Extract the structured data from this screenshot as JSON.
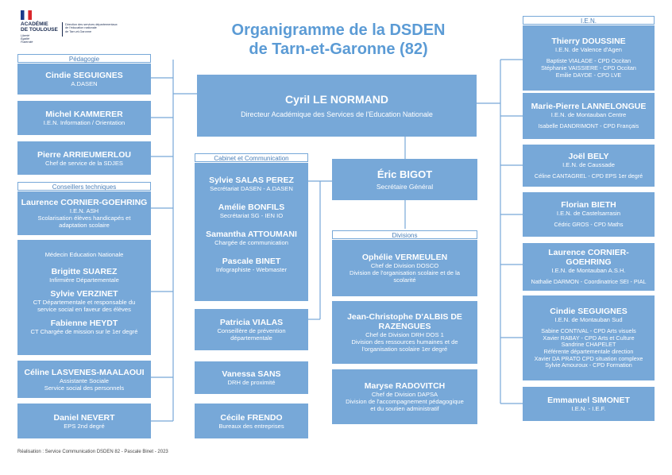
{
  "logo": {
    "academie": "ACADÉMIE",
    "de_toulouse": "DE TOULOUSE",
    "motto": [
      "Liberté",
      "Égalité",
      "Fraternité"
    ],
    "service": [
      "Direction des services départementaux",
      "de l'éducation nationale",
      "de Tarn-et-Garonne"
    ]
  },
  "title": {
    "line1": "Organigramme de la DSDEN",
    "line2": "de Tarn-et-Garonne (82)"
  },
  "director": {
    "name": "Cyril LE NORMAND",
    "role": "Directeur Académique des Services de l'Education Nationale"
  },
  "secretary_general": {
    "name": "Éric BIGOT",
    "role": "Secrétaire Général"
  },
  "pedagogie": {
    "label": "Pédagogie",
    "items": [
      {
        "name": "Cindie SEGUIGNES",
        "role": "A.DASEN"
      },
      {
        "name": "Michel KAMMERER",
        "role": "I.E.N. Information / Orientation"
      },
      {
        "name": "Pierre ARRIEUMERLOU",
        "role": "Chef de service de la SDJES"
      }
    ]
  },
  "conseillers": {
    "label": "Conseillers techniques",
    "items": [
      {
        "name": "Laurence CORNIER-GOEHRING",
        "role1": "I.E.N. ASH",
        "role2": "Scolarisation élèves handicapés et",
        "role3": "adaptation scolaire"
      }
    ],
    "medical": {
      "heading": "Médecin Education Nationale",
      "people": [
        {
          "name": "Brigitte SUAREZ",
          "role1": "Infirmière Départementale"
        },
        {
          "name": "Sylvie VERZINET",
          "role1": "CT Départementale et responsable du",
          "role2": "service social en faveur des élèves"
        },
        {
          "name": "Fabienne HEYDT",
          "role1": "CT Chargée de mission sur le 1er degré"
        }
      ]
    },
    "social": {
      "name": "Céline LASVENES-MAALAOUI",
      "role1": "Assistante Sociale",
      "role2": "Service social des personnels"
    },
    "eps": {
      "name": "Daniel NEVERT",
      "role1": "EPS 2nd degré"
    }
  },
  "cabinet": {
    "label": "Cabinet et Communication",
    "people": [
      {
        "name": "Sylvie SALAS PEREZ",
        "role": "Secrétariat DASEN - A.DASEN"
      },
      {
        "name": "Amélie BONFILS",
        "role": "Secrétariat SG - IEN IO"
      },
      {
        "name": "Samantha ATTOUMANI",
        "role": "Chargée de communication"
      },
      {
        "name": "Pascale BINET",
        "role": "Infographiste - Webmaster"
      }
    ]
  },
  "middle_boxes": [
    {
      "name": "Patricia VIALAS",
      "role1": "Conseillère de prévention",
      "role2": "départementale"
    },
    {
      "name": "Vanessa SANS",
      "role1": "DRH de proximité"
    },
    {
      "name": "Cécile FRENDO",
      "role1": "Bureaux des entreprises"
    }
  ],
  "divisions": {
    "label": "Divisions",
    "items": [
      {
        "name": "Ophélie VERMEULEN",
        "name2": "",
        "role1": "Chef de Division DOSCO",
        "role2": "Division de l'organisation scolaire et de la",
        "role3": "scolarité"
      },
      {
        "name": "Jean-Christophe D'ALBIS DE",
        "name2": "RAZENGUES",
        "role1": "Chef de Division DRH DOS 1",
        "role2": "Division des ressources humaines et de",
        "role3": "l'organisation scolaire 1er degré"
      },
      {
        "name": "Maryse RADOVITCH",
        "name2": "",
        "role1": "Chef de Division DAPSA",
        "role2": "Division de l'accompagnement pédagogique",
        "role3": "et du soutien administratif"
      }
    ]
  },
  "ien": {
    "label": "I.E.N.",
    "items": [
      {
        "name": "Thierry DOUSSINE",
        "role": "I.E.N. de Valence d'Agen",
        "team": [
          "Baptiste VIALADE - CPD Occitan",
          "Stéphanie VAISSIERE - CPD Occitan",
          "Emilie DAYDE - CPD LVE"
        ]
      },
      {
        "name": "Marie-Pierre LANNELONGUE",
        "role": "I.E.N. de Montauban Centre",
        "team": [
          "Isabelle DANDRIMONT - CPD Français"
        ]
      },
      {
        "name": "Joël BELY",
        "role": "I.E.N. de Caussade",
        "team": [
          "Céline CANTAGREL - CPD EPS 1er degré"
        ]
      },
      {
        "name": "Florian BIETH",
        "role": "I.E.N. de Castelsarrasin",
        "team": [
          "Cédric GROS - CPD Maths"
        ]
      },
      {
        "name": "Laurence CORNIER-GOEHRING",
        "role": "I.E.N. de Montauban A.S.H.",
        "team": [
          "Nathalie DARMON - Coordinatrice SEI - PIAL"
        ]
      },
      {
        "name": "Cindie SEGUIGNES",
        "role": "I.E.N. de Montauban Sud",
        "team": [
          "Sabine CONTIVAL - CPD Arts visuels",
          "Xavier RABAY - CPD Arts et Culture",
          "Sandrine CHAPELET",
          "Référente départementale direction",
          "Xavier DA PRATO CPD situation complexe",
          "Sylvie Amouroux - CPD Formation"
        ]
      },
      {
        "name": "Emmanuel SIMONET",
        "role": "I.E.N. - I.E.F.",
        "team": []
      }
    ]
  },
  "footer": "Réalisation : Service Communication DSDEN 82 - Pascale Binet - 2023",
  "colors": {
    "box": "#77a8d8",
    "title": "#5b9bd5",
    "line": "#77a8d8"
  }
}
